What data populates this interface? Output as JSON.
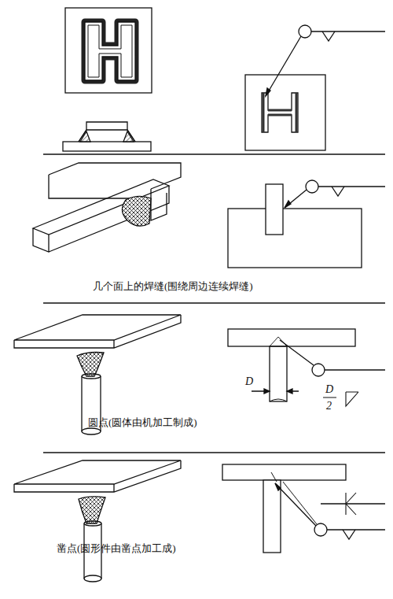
{
  "diagram": {
    "labels": [
      "几个面上的焊缝(围绕周边连续焊缝)",
      "D",
      "D",
      "2",
      "圆点(圆体由机加工制成)",
      "凿点(圆形件由凿点加工成)"
    ]
  }
}
